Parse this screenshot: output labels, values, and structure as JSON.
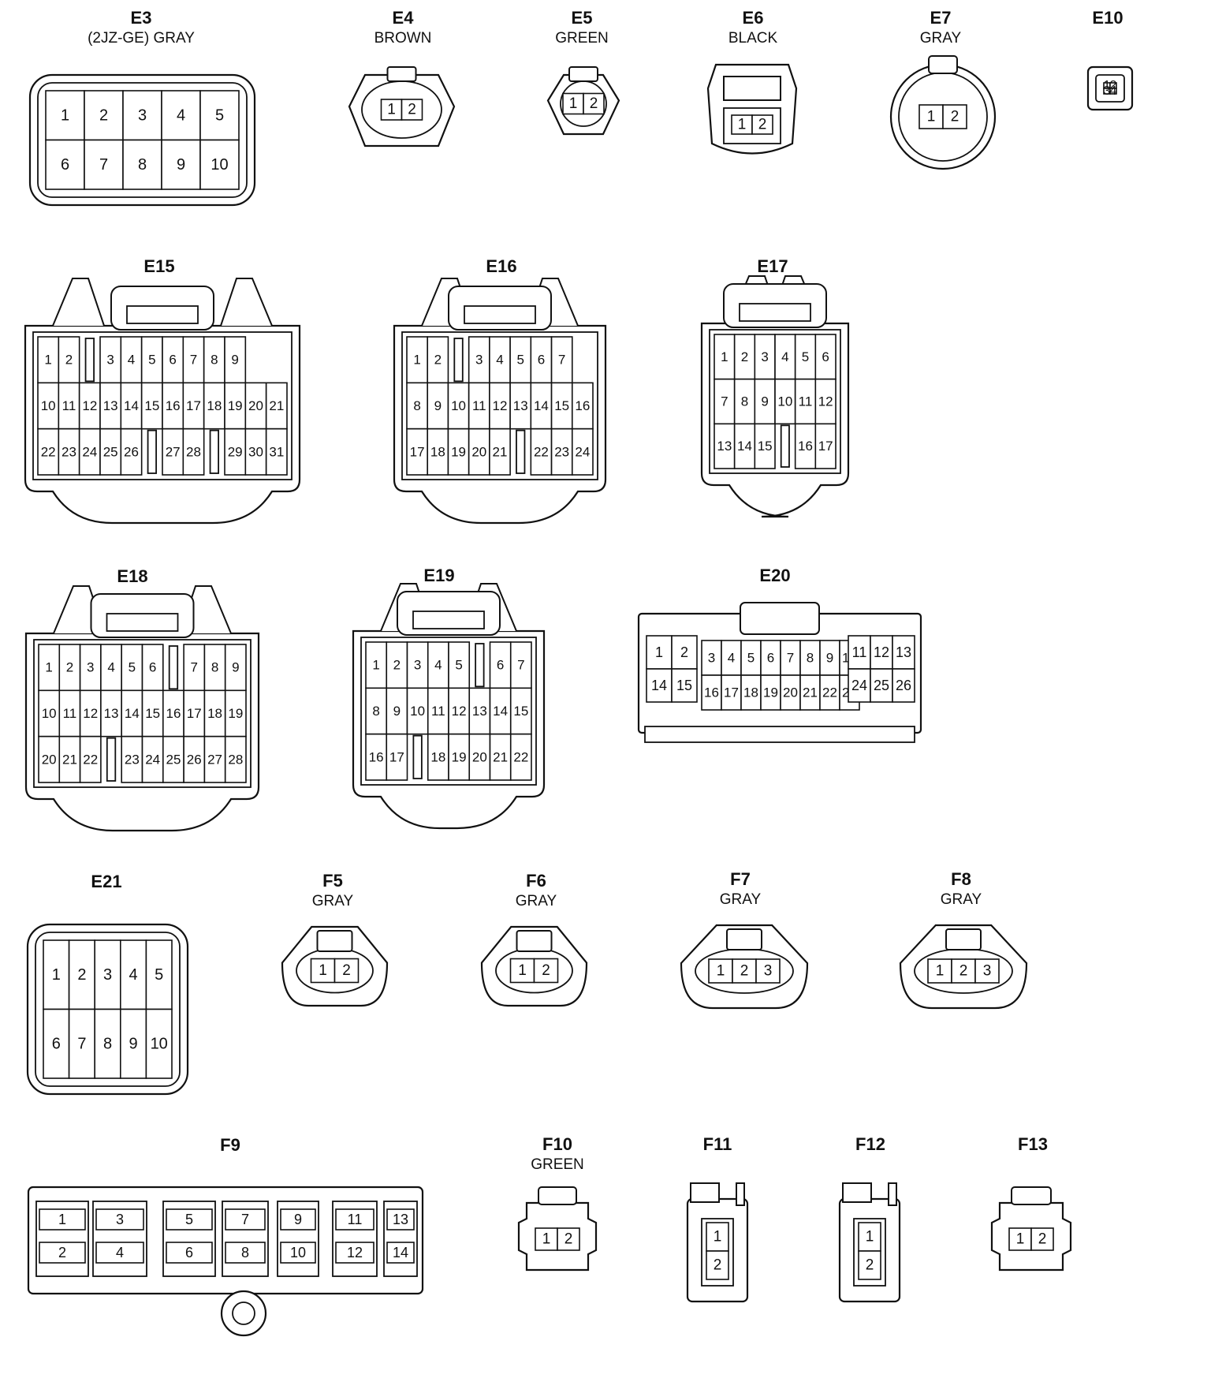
{
  "colors": {
    "ink": "#111111",
    "paper": "#ffffff"
  },
  "connectors": [
    {
      "id": "E3",
      "sub": "(2JZ-GE)  GRAY",
      "type": "grid",
      "rows": [
        [
          "1",
          "2",
          "3",
          "4",
          "5"
        ],
        [
          "6",
          "7",
          "8",
          "9",
          "10"
        ]
      ]
    },
    {
      "id": "E4",
      "sub": "BROWN",
      "type": "round",
      "rows": [
        [
          "1",
          "2"
        ]
      ]
    },
    {
      "id": "E5",
      "sub": "GREEN",
      "type": "round",
      "rows": [
        [
          "1",
          "2"
        ]
      ]
    },
    {
      "id": "E6",
      "sub": "BLACK",
      "type": "lever",
      "rows": [
        [
          "1",
          "2"
        ]
      ]
    },
    {
      "id": "E7",
      "sub": "GRAY",
      "type": "roundlarge",
      "rows": [
        [
          "1",
          "2"
        ]
      ]
    },
    {
      "id": "E10",
      "sub": "",
      "type": "grid",
      "rows": [
        [
          "1",
          "2"
        ],
        [
          "3",
          "4"
        ]
      ]
    },
    {
      "id": "E15",
      "sub": "",
      "type": "grid",
      "rows": [
        [
          "1",
          "2",
          "",
          "3",
          "4",
          "5",
          "6",
          "7",
          "8",
          "9"
        ],
        [
          "10",
          "11",
          "12",
          "13",
          "14",
          "15",
          "16",
          "17",
          "18",
          "19",
          "20",
          "21"
        ],
        [
          "22",
          "23",
          "24",
          "25",
          "26",
          "",
          "27",
          "28",
          "",
          "29",
          "30",
          "31"
        ]
      ]
    },
    {
      "id": "E16",
      "sub": "",
      "type": "grid",
      "rows": [
        [
          "1",
          "2",
          "",
          "3",
          "4",
          "5",
          "6",
          "7"
        ],
        [
          "8",
          "9",
          "10",
          "11",
          "12",
          "13",
          "14",
          "15",
          "16"
        ],
        [
          "17",
          "18",
          "19",
          "20",
          "21",
          "",
          "22",
          "23",
          "24"
        ]
      ]
    },
    {
      "id": "E17",
      "sub": "",
      "type": "grid",
      "rows": [
        [
          "1",
          "2",
          "3",
          "4",
          "5",
          "6"
        ],
        [
          "7",
          "8",
          "9",
          "10",
          "11",
          "12"
        ],
        [
          "13",
          "14",
          "15",
          "",
          "16",
          "17"
        ]
      ]
    },
    {
      "id": "E18",
      "sub": "",
      "type": "grid",
      "rows": [
        [
          "1",
          "2",
          "3",
          "4",
          "5",
          "6",
          "",
          "7",
          "8",
          "9"
        ],
        [
          "10",
          "11",
          "12",
          "13",
          "14",
          "15",
          "16",
          "17",
          "18",
          "19"
        ],
        [
          "20",
          "21",
          "22",
          "",
          "23",
          "24",
          "25",
          "26",
          "27",
          "28"
        ]
      ]
    },
    {
      "id": "E19",
      "sub": "",
      "type": "grid",
      "rows": [
        [
          "1",
          "2",
          "3",
          "4",
          "5",
          "",
          "6",
          "7"
        ],
        [
          "8",
          "9",
          "10",
          "11",
          "12",
          "13",
          "14",
          "15"
        ],
        [
          "16",
          "17",
          "",
          "18",
          "19",
          "20",
          "21",
          "22"
        ]
      ]
    },
    {
      "id": "E20",
      "sub": "",
      "type": "wide",
      "left": [
        [
          "1",
          "2"
        ],
        [
          "14",
          "15"
        ]
      ],
      "middle": [
        [
          "3",
          "4",
          "5",
          "6",
          "7",
          "8",
          "9",
          "10"
        ],
        [
          "16",
          "17",
          "18",
          "19",
          "20",
          "21",
          "22",
          "23"
        ]
      ],
      "right": [
        [
          "11",
          "12",
          "13"
        ],
        [
          "24",
          "25",
          "26"
        ]
      ]
    },
    {
      "id": "E21",
      "sub": "",
      "type": "grid",
      "rows": [
        [
          "1",
          "2",
          "3",
          "4",
          "5"
        ],
        [
          "6",
          "7",
          "8",
          "9",
          "10"
        ]
      ]
    },
    {
      "id": "F5",
      "sub": "GRAY",
      "type": "oval",
      "rows": [
        [
          "1",
          "2"
        ]
      ]
    },
    {
      "id": "F6",
      "sub": "GRAY",
      "type": "oval",
      "rows": [
        [
          "1",
          "2"
        ]
      ]
    },
    {
      "id": "F7",
      "sub": "GRAY",
      "type": "oval",
      "rows": [
        [
          "1",
          "2",
          "3"
        ]
      ]
    },
    {
      "id": "F8",
      "sub": "GRAY",
      "type": "oval",
      "rows": [
        [
          "1",
          "2",
          "3"
        ]
      ]
    },
    {
      "id": "F9",
      "sub": "",
      "type": "fuse",
      "pairs": [
        [
          "1",
          "2"
        ],
        [
          "3",
          "4"
        ],
        [
          "5",
          "6"
        ],
        [
          "7",
          "8"
        ],
        [
          "9",
          "10"
        ],
        [
          "11",
          "12"
        ],
        [
          "13",
          "14"
        ]
      ]
    },
    {
      "id": "F10",
      "sub": "GREEN",
      "type": "small",
      "rows": [
        [
          "1",
          "2"
        ]
      ]
    },
    {
      "id": "F11",
      "sub": "",
      "type": "vertical",
      "rows": [
        [
          "1"
        ],
        [
          "2"
        ]
      ]
    },
    {
      "id": "F12",
      "sub": "",
      "type": "vertical",
      "rows": [
        [
          "1"
        ],
        [
          "2"
        ]
      ]
    },
    {
      "id": "F13",
      "sub": "",
      "type": "small",
      "rows": [
        [
          "1",
          "2"
        ]
      ]
    }
  ]
}
